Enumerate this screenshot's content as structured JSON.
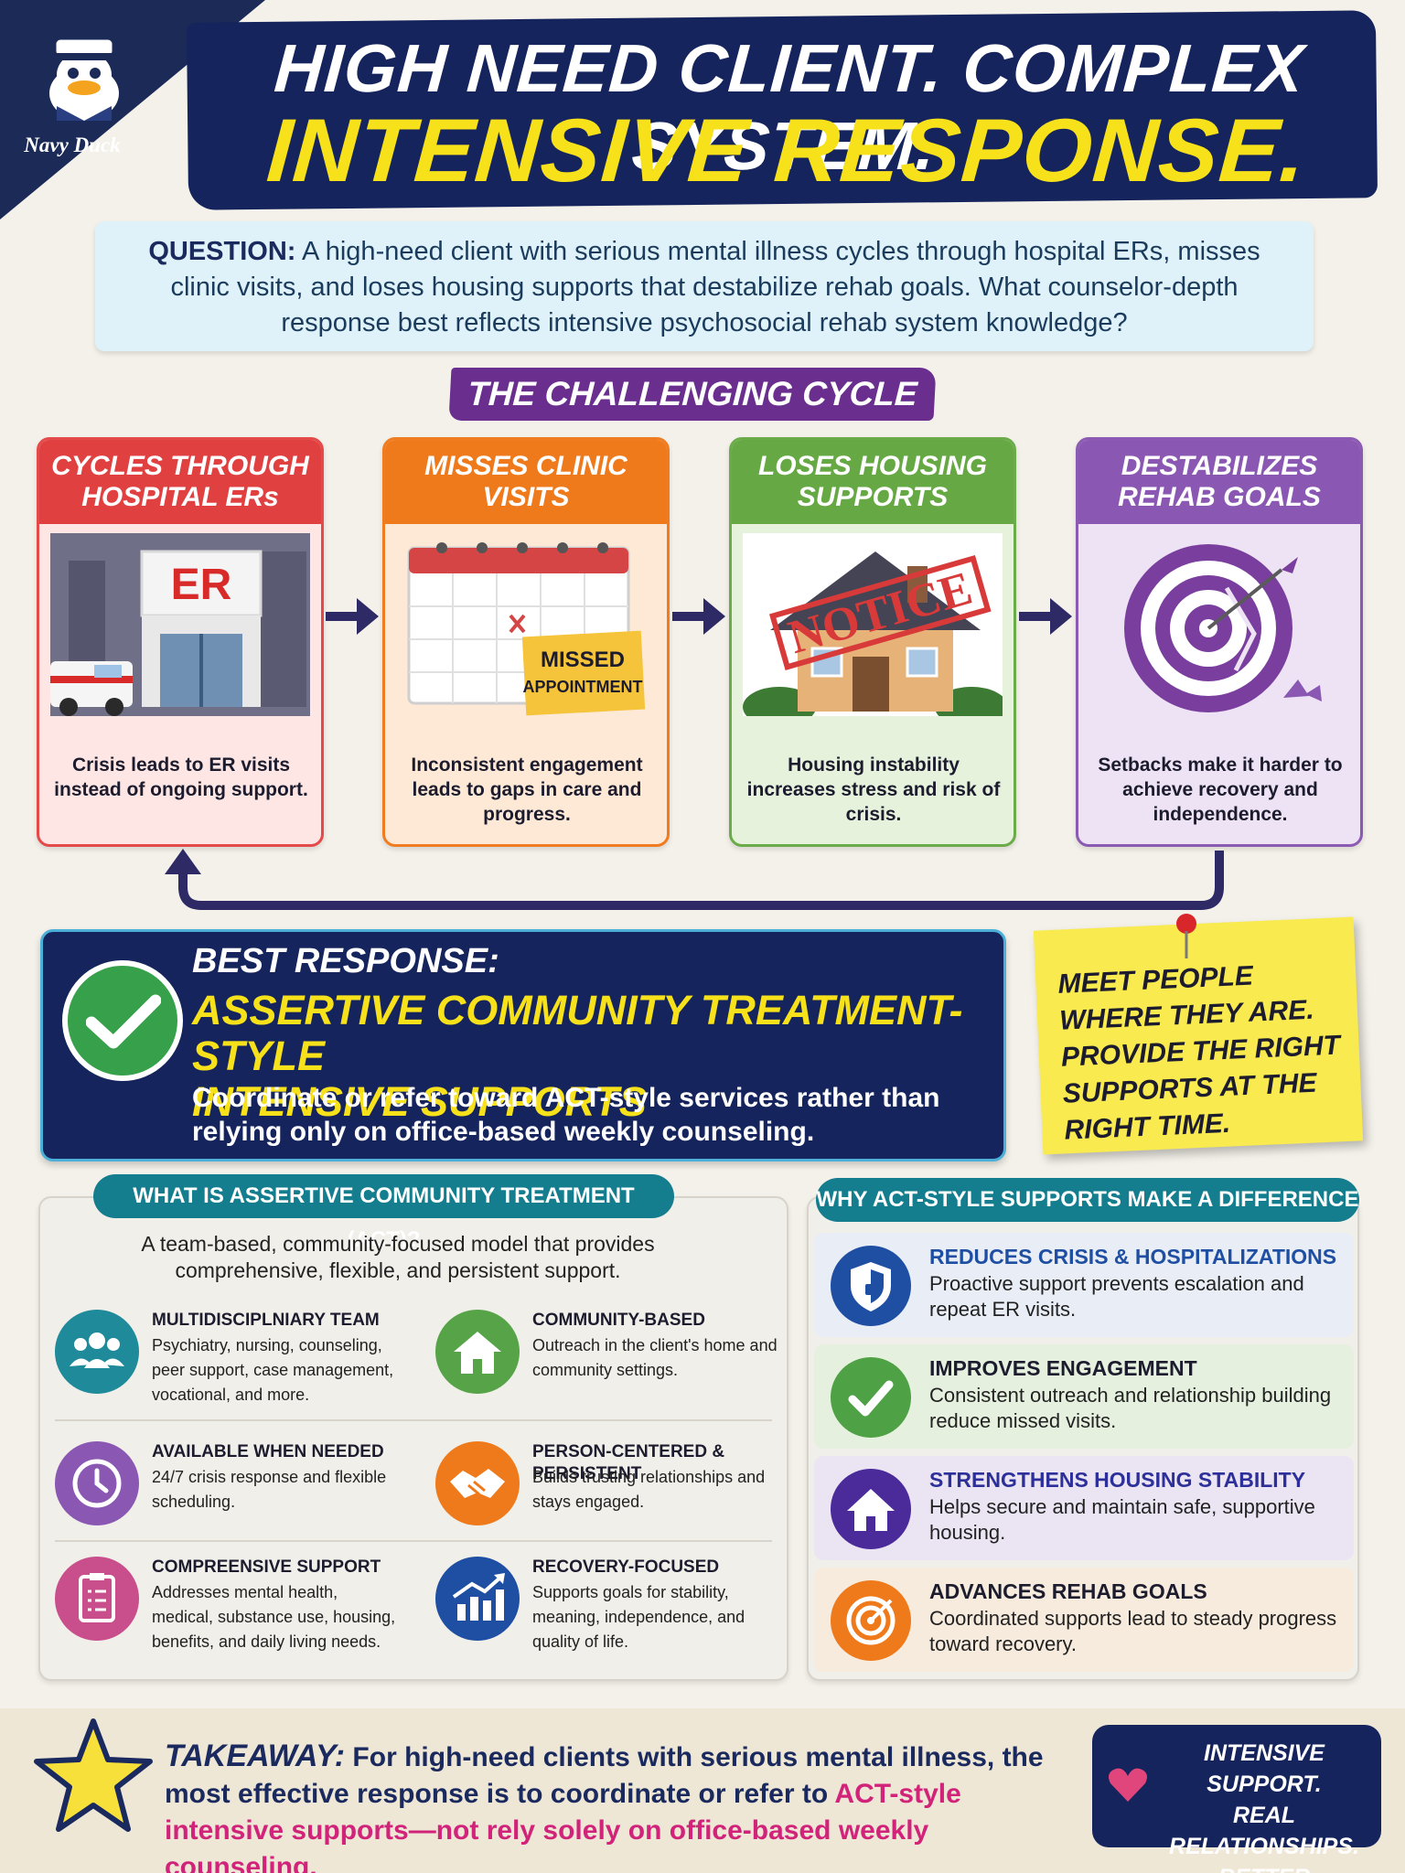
{
  "logo": {
    "text": "Navy Duck"
  },
  "header": {
    "line1": "HIGH NEED CLIENT. COMPLEX SYSTEM.",
    "line2": "INTENSIVE RESPONSE."
  },
  "question": {
    "label": "QUESTION:",
    "text": "A high-need client with serious mental illness cycles through hospital ERs, misses clinic visits, and loses housing supports that destabilize rehab goals. What counselor-depth response best reflects intensive psychosocial rehab system knowledge?"
  },
  "cycle": {
    "title": "THE CHALLENGING CYCLE",
    "cards": [
      {
        "title": "CYCLES THROUGH HOSPITAL ERs",
        "text": "Crisis leads to ER visits instead of ongoing support.",
        "sign": "ER"
      },
      {
        "title": "MISSES CLINIC VISITS",
        "text": "Inconsistent engagement leads to gaps in care and progress.",
        "note1": "MISSED",
        "note2": "APPOINTMENT"
      },
      {
        "title": "LOSES HOUSING SUPPORTS",
        "text": "Housing instability increases stress and risk of crisis.",
        "stamp": "NOTICE"
      },
      {
        "title": "DESTABILIZES REHAB GOALS",
        "text": "Setbacks make it harder to achieve recovery and independence."
      }
    ]
  },
  "best": {
    "label": "BEST RESPONSE:",
    "title_1": "ASSERTIVE COMMUNITY TREATMENT-STYLE",
    "title_2": "INTENSIVE SUPPORTS",
    "desc": "Coordinate or refer toward ACT-style services rather than relying only on office-based weekly counseling."
  },
  "sticky": {
    "text": "MEET PEOPLE WHERE THEY ARE. PROVIDE THE RIGHT SUPPORTS AT THE RIGHT TIME."
  },
  "act": {
    "tab": "WHAT IS ASSERTIVE COMMUNITY TREATMENT (ACT)?",
    "intro": "A team-based, community-focused model that provides comprehensive, flexible, and persistent support.",
    "features": [
      {
        "title": "MULTIDISCIPLNIARY TEAM",
        "desc": "Psychiatry, nursing, counseling, peer support, case management, vocational, and more.",
        "icon": "team-icon"
      },
      {
        "title": "COMMUNITY-BASED",
        "desc": "Outreach in the client's home and community settings.",
        "icon": "home-icon"
      },
      {
        "title": "AVAILABLE WHEN NEEDED",
        "desc": "24/7 crisis response and flexible scheduling.",
        "icon": "clock-icon"
      },
      {
        "title": "PERSON-CENTERED & PERSISTENT",
        "desc": "Builds trusting relationships and stays engaged.",
        "icon": "handshake-icon"
      },
      {
        "title": "COMPREENSIVE SUPPORT",
        "desc": "Addresses mental health, medical, substance use, housing, benefits, and daily living needs.",
        "icon": "clipboard-icon"
      },
      {
        "title": "RECOVERY-FOCUSED",
        "desc": "Supports goals for stability, meaning, independence, and quality of life.",
        "icon": "growth-chart-icon"
      }
    ]
  },
  "why": {
    "tab": "WHY ACT-STYLE SUPPORTS MAKE A DIFFERENCE",
    "items": [
      {
        "title": "REDUCES CRISIS & HOSPITALIZATIONS",
        "desc": "Proactive support prevents escalation and repeat ER visits.",
        "color": "#1e4fa3"
      },
      {
        "title": "IMPROVES ENGAGEMENT",
        "desc": "Consistent outreach and relationship building reduce missed visits.",
        "color": "#1c1c2e"
      },
      {
        "title": "STRENGTHENS HOUSING STABILITY",
        "desc": "Helps secure and maintain safe, supportive housing.",
        "color": "#2d2f9a"
      },
      {
        "title": "ADVANCES REHAB GOALS",
        "desc": "Coordinated supports lead to steady progress toward recovery.",
        "color": "#1c1c2e"
      }
    ]
  },
  "takeaway": {
    "label": "TAKEAWAY:",
    "text_a": "For high-need clients with serious mental illness, the most effective response is to coordinate or refer to ",
    "text_b": "ACT-style intensive supports—not rely solely on office-based weekly counseling."
  },
  "slogan": {
    "l1": "INTENSIVE SUPPORT.",
    "l2": "REAL RELATIONSHIPS.",
    "l3": "BETTER OUTCOMES."
  }
}
